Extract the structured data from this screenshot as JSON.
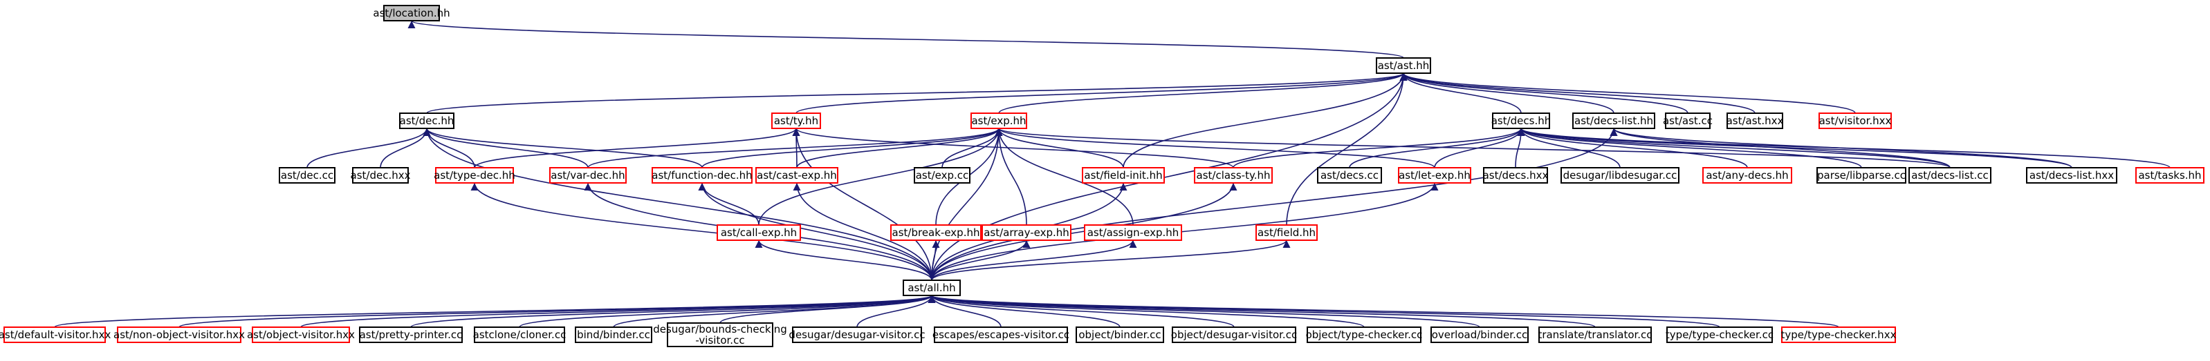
{
  "diagram": {
    "colors": {
      "edge": "#191970",
      "root_fill": "#bfbfbf",
      "border_normal": "#000000",
      "border_red": "#ff0000"
    },
    "nodes": [
      {
        "id": "location",
        "label": "ast/location.hh",
        "style": "root"
      },
      {
        "id": "ast",
        "label": "ast/ast.hh",
        "style": "normal"
      },
      {
        "id": "dec",
        "label": "ast/dec.hh",
        "style": "normal"
      },
      {
        "id": "ty",
        "label": "ast/ty.hh",
        "style": "red"
      },
      {
        "id": "exp",
        "label": "ast/exp.hh",
        "style": "red"
      },
      {
        "id": "decshh",
        "label": "ast/decs.hh",
        "style": "normal"
      },
      {
        "id": "declist",
        "label": "ast/decs-list.hh",
        "style": "normal"
      },
      {
        "id": "astcc",
        "label": "ast/ast.cc",
        "style": "normal"
      },
      {
        "id": "asthxx",
        "label": "ast/ast.hxx",
        "style": "normal"
      },
      {
        "id": "visitorhxx",
        "label": "ast/visitor.hxx",
        "style": "red"
      },
      {
        "id": "deccc",
        "label": "ast/dec.cc",
        "style": "normal"
      },
      {
        "id": "dechxx",
        "label": "ast/dec.hxx",
        "style": "normal"
      },
      {
        "id": "typedec",
        "label": "ast/type-dec.hh",
        "style": "red"
      },
      {
        "id": "vardec",
        "label": "ast/var-dec.hh",
        "style": "red"
      },
      {
        "id": "fundec",
        "label": "ast/function-dec.hh",
        "style": "red"
      },
      {
        "id": "castexp",
        "label": "ast/cast-exp.hh",
        "style": "red"
      },
      {
        "id": "expcc",
        "label": "ast/exp.cc",
        "style": "normal"
      },
      {
        "id": "fieldinit",
        "label": "ast/field-init.hh",
        "style": "red"
      },
      {
        "id": "classty",
        "label": "ast/class-ty.hh",
        "style": "red"
      },
      {
        "id": "decscc",
        "label": "ast/decs.cc",
        "style": "normal"
      },
      {
        "id": "letexp",
        "label": "ast/let-exp.hh",
        "style": "red"
      },
      {
        "id": "decshxx",
        "label": "ast/decs.hxx",
        "style": "normal"
      },
      {
        "id": "libdesugar",
        "label": "desugar/libdesugar.cc",
        "style": "normal"
      },
      {
        "id": "anydecs",
        "label": "ast/any-decs.hh",
        "style": "red"
      },
      {
        "id": "libparse",
        "label": "parse/libparse.cc",
        "style": "normal"
      },
      {
        "id": "declistcc",
        "label": "ast/decs-list.cc",
        "style": "normal"
      },
      {
        "id": "declisthxx",
        "label": "ast/decs-list.hxx",
        "style": "normal"
      },
      {
        "id": "tasks",
        "label": "ast/tasks.hh",
        "style": "red"
      },
      {
        "id": "callexp",
        "label": "ast/call-exp.hh",
        "style": "red"
      },
      {
        "id": "breakexp",
        "label": "ast/break-exp.hh",
        "style": "red"
      },
      {
        "id": "arrayexp",
        "label": "ast/array-exp.hh",
        "style": "red"
      },
      {
        "id": "assignexp",
        "label": "ast/assign-exp.hh",
        "style": "red"
      },
      {
        "id": "field",
        "label": "ast/field.hh",
        "style": "red"
      },
      {
        "id": "all",
        "label": "ast/all.hh",
        "style": "normal"
      },
      {
        "id": "defvis",
        "label": "ast/default-visitor.hxx",
        "style": "red"
      },
      {
        "id": "nonobj",
        "label": "ast/non-object-visitor.hxx",
        "style": "red"
      },
      {
        "id": "objvis",
        "label": "ast/object-visitor.hxx",
        "style": "red"
      },
      {
        "id": "pretty",
        "label": "ast/pretty-printer.cc",
        "style": "normal"
      },
      {
        "id": "cloner",
        "label": "astclone/cloner.cc",
        "style": "normal"
      },
      {
        "id": "binder",
        "label": "bind/binder.cc",
        "style": "normal"
      },
      {
        "id": "boundcheck",
        "label": "desugar/bounds-checking\n-visitor.cc",
        "style": "normal"
      },
      {
        "id": "desugarvis",
        "label": "desugar/desugar-visitor.cc",
        "style": "normal"
      },
      {
        "id": "escapes",
        "label": "escapes/escapes-visitor.cc",
        "style": "normal"
      },
      {
        "id": "objbinder",
        "label": "object/binder.cc",
        "style": "normal"
      },
      {
        "id": "objdesugar",
        "label": "object/desugar-visitor.cc",
        "style": "normal"
      },
      {
        "id": "objtc",
        "label": "object/type-checker.cc",
        "style": "normal"
      },
      {
        "id": "overload",
        "label": "overload/binder.cc",
        "style": "normal"
      },
      {
        "id": "translator",
        "label": "translate/translator.cc",
        "style": "normal"
      },
      {
        "id": "tccc",
        "label": "type/type-checker.cc",
        "style": "normal"
      },
      {
        "id": "tchxx",
        "label": "type/type-checker.hxx",
        "style": "red"
      }
    ],
    "edges": [
      [
        "ast",
        "location"
      ],
      [
        "dec",
        "ast"
      ],
      [
        "ty",
        "ast"
      ],
      [
        "exp",
        "ast"
      ],
      [
        "decshh",
        "ast"
      ],
      [
        "declist",
        "ast"
      ],
      [
        "astcc",
        "ast"
      ],
      [
        "asthxx",
        "ast"
      ],
      [
        "visitorhxx",
        "ast"
      ],
      [
        "fieldinit",
        "ast"
      ],
      [
        "field",
        "ast"
      ],
      [
        "all",
        "ast"
      ],
      [
        "deccc",
        "dec"
      ],
      [
        "dechxx",
        "dec"
      ],
      [
        "typedec",
        "dec"
      ],
      [
        "vardec",
        "dec"
      ],
      [
        "fundec",
        "dec"
      ],
      [
        "all",
        "dec"
      ],
      [
        "typedec",
        "ty"
      ],
      [
        "castexp",
        "ty"
      ],
      [
        "classty",
        "ty"
      ],
      [
        "all",
        "ty"
      ],
      [
        "vardec",
        "exp"
      ],
      [
        "fundec",
        "exp"
      ],
      [
        "castexp",
        "exp"
      ],
      [
        "expcc",
        "exp"
      ],
      [
        "fieldinit",
        "exp"
      ],
      [
        "letexp",
        "exp"
      ],
      [
        "callexp",
        "exp"
      ],
      [
        "breakexp",
        "exp"
      ],
      [
        "arrayexp",
        "exp"
      ],
      [
        "assignexp",
        "exp"
      ],
      [
        "all",
        "exp"
      ],
      [
        "declistcc",
        "exp"
      ],
      [
        "decscc",
        "decshh"
      ],
      [
        "decshxx",
        "decshh"
      ],
      [
        "classty",
        "decshh"
      ],
      [
        "letexp",
        "decshh"
      ],
      [
        "libdesugar",
        "decshh"
      ],
      [
        "anydecs",
        "decshh"
      ],
      [
        "libparse",
        "decshh"
      ],
      [
        "declistcc",
        "decshh"
      ],
      [
        "declisthxx",
        "decshh"
      ],
      [
        "tasks",
        "decshh"
      ],
      [
        "declistcc",
        "declist"
      ],
      [
        "declisthxx",
        "declist"
      ],
      [
        "all",
        "declist"
      ],
      [
        "callexp",
        "fundec"
      ],
      [
        "all",
        "typedec"
      ],
      [
        "all",
        "vardec"
      ],
      [
        "all",
        "fundec"
      ],
      [
        "all",
        "castexp"
      ],
      [
        "all",
        "callexp"
      ],
      [
        "all",
        "breakexp"
      ],
      [
        "all",
        "arrayexp"
      ],
      [
        "all",
        "assignexp"
      ],
      [
        "all",
        "fieldinit"
      ],
      [
        "all",
        "classty"
      ],
      [
        "all",
        "letexp"
      ],
      [
        "all",
        "field"
      ],
      [
        "defvis",
        "all"
      ],
      [
        "nonobj",
        "all"
      ],
      [
        "objvis",
        "all"
      ],
      [
        "pretty",
        "all"
      ],
      [
        "cloner",
        "all"
      ],
      [
        "binder",
        "all"
      ],
      [
        "boundcheck",
        "all"
      ],
      [
        "desugarvis",
        "all"
      ],
      [
        "escapes",
        "all"
      ],
      [
        "objbinder",
        "all"
      ],
      [
        "objdesugar",
        "all"
      ],
      [
        "objtc",
        "all"
      ],
      [
        "overload",
        "all"
      ],
      [
        "translator",
        "all"
      ],
      [
        "tccc",
        "all"
      ],
      [
        "tchxx",
        "all"
      ]
    ]
  }
}
